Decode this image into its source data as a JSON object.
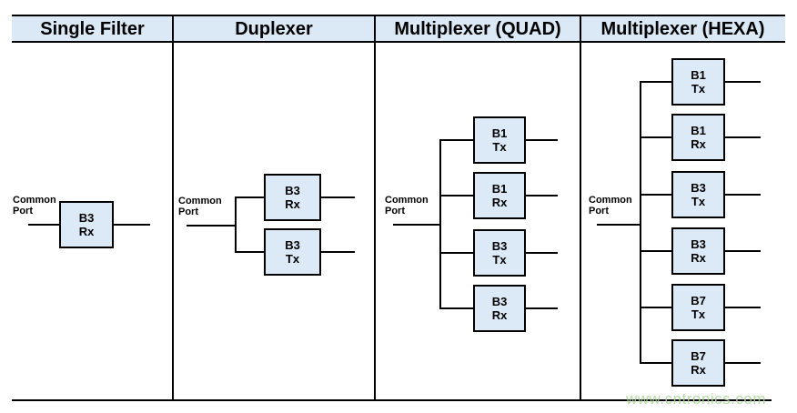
{
  "columns": [
    {
      "header": "Single Filter",
      "filters": [
        {
          "band": "B3",
          "path": "Rx"
        }
      ]
    },
    {
      "header": "Duplexer",
      "filters": [
        {
          "band": "B3",
          "path": "Rx"
        },
        {
          "band": "B3",
          "path": "Tx"
        }
      ]
    },
    {
      "header": "Multiplexer (QUAD)",
      "filters": [
        {
          "band": "B1",
          "path": "Tx"
        },
        {
          "band": "B1",
          "path": "Rx"
        },
        {
          "band": "B3",
          "path": "Tx"
        },
        {
          "band": "B3",
          "path": "Rx"
        }
      ]
    },
    {
      "header": "Multiplexer (HEXA)",
      "filters": [
        {
          "band": "B1",
          "path": "Tx"
        },
        {
          "band": "B1",
          "path": "Rx"
        },
        {
          "band": "B3",
          "path": "Tx"
        },
        {
          "band": "B3",
          "path": "Rx"
        },
        {
          "band": "B7",
          "path": "Tx"
        },
        {
          "band": "B7",
          "path": "Rx"
        }
      ]
    }
  ],
  "common_port": {
    "line1": "Common",
    "line2": "Port"
  },
  "watermark": "www.cntronics.com",
  "colors": {
    "header_bg": "#dbe9f7",
    "box_bg": "#dce9f6",
    "line": "#000000",
    "text": "#000000",
    "watermark": "#a8d796"
  }
}
